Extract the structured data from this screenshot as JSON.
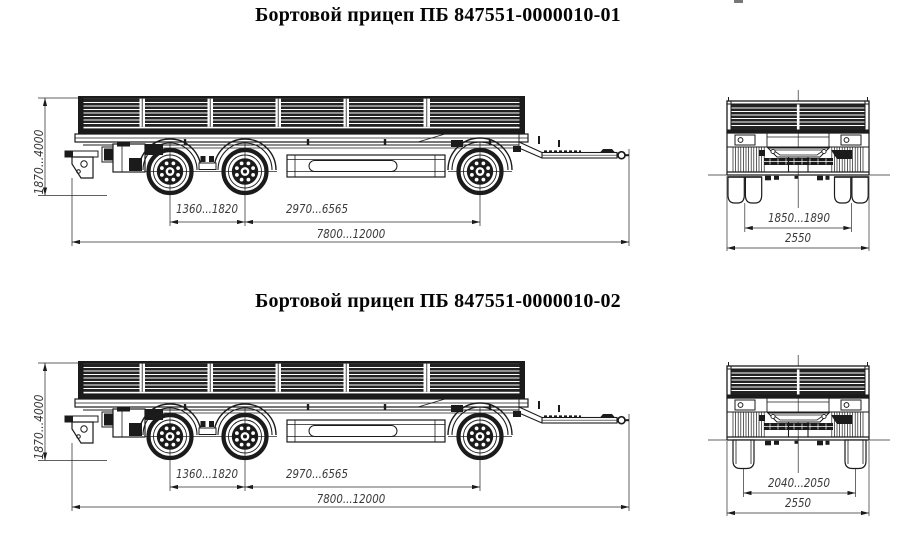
{
  "colors": {
    "line": "#1b1b1b",
    "dim_text": "#3a3a3a",
    "title": "#050505",
    "background": "#ffffff"
  },
  "sections": [
    {
      "title": "Бортовой прицеп ПБ 847551-0000010-01",
      "side_view": {
        "dims": {
          "height": "1870...4000",
          "tandem_spacing": "1360...1820",
          "axle_base": "2970...6565",
          "overall_length": "7800...12000"
        }
      },
      "rear_view": {
        "dims": {
          "track": "1850...1890",
          "overall_width": "2550"
        }
      }
    },
    {
      "title": "Бортовой прицеп ПБ 847551-0000010-02",
      "side_view": {
        "dims": {
          "height": "1870...4000",
          "tandem_spacing": "1360...1820",
          "axle_base": "2970...6565",
          "overall_length": "7800...12000"
        }
      },
      "rear_view": {
        "dims": {
          "track": "2040...2050",
          "overall_width": "2550"
        }
      }
    }
  ]
}
